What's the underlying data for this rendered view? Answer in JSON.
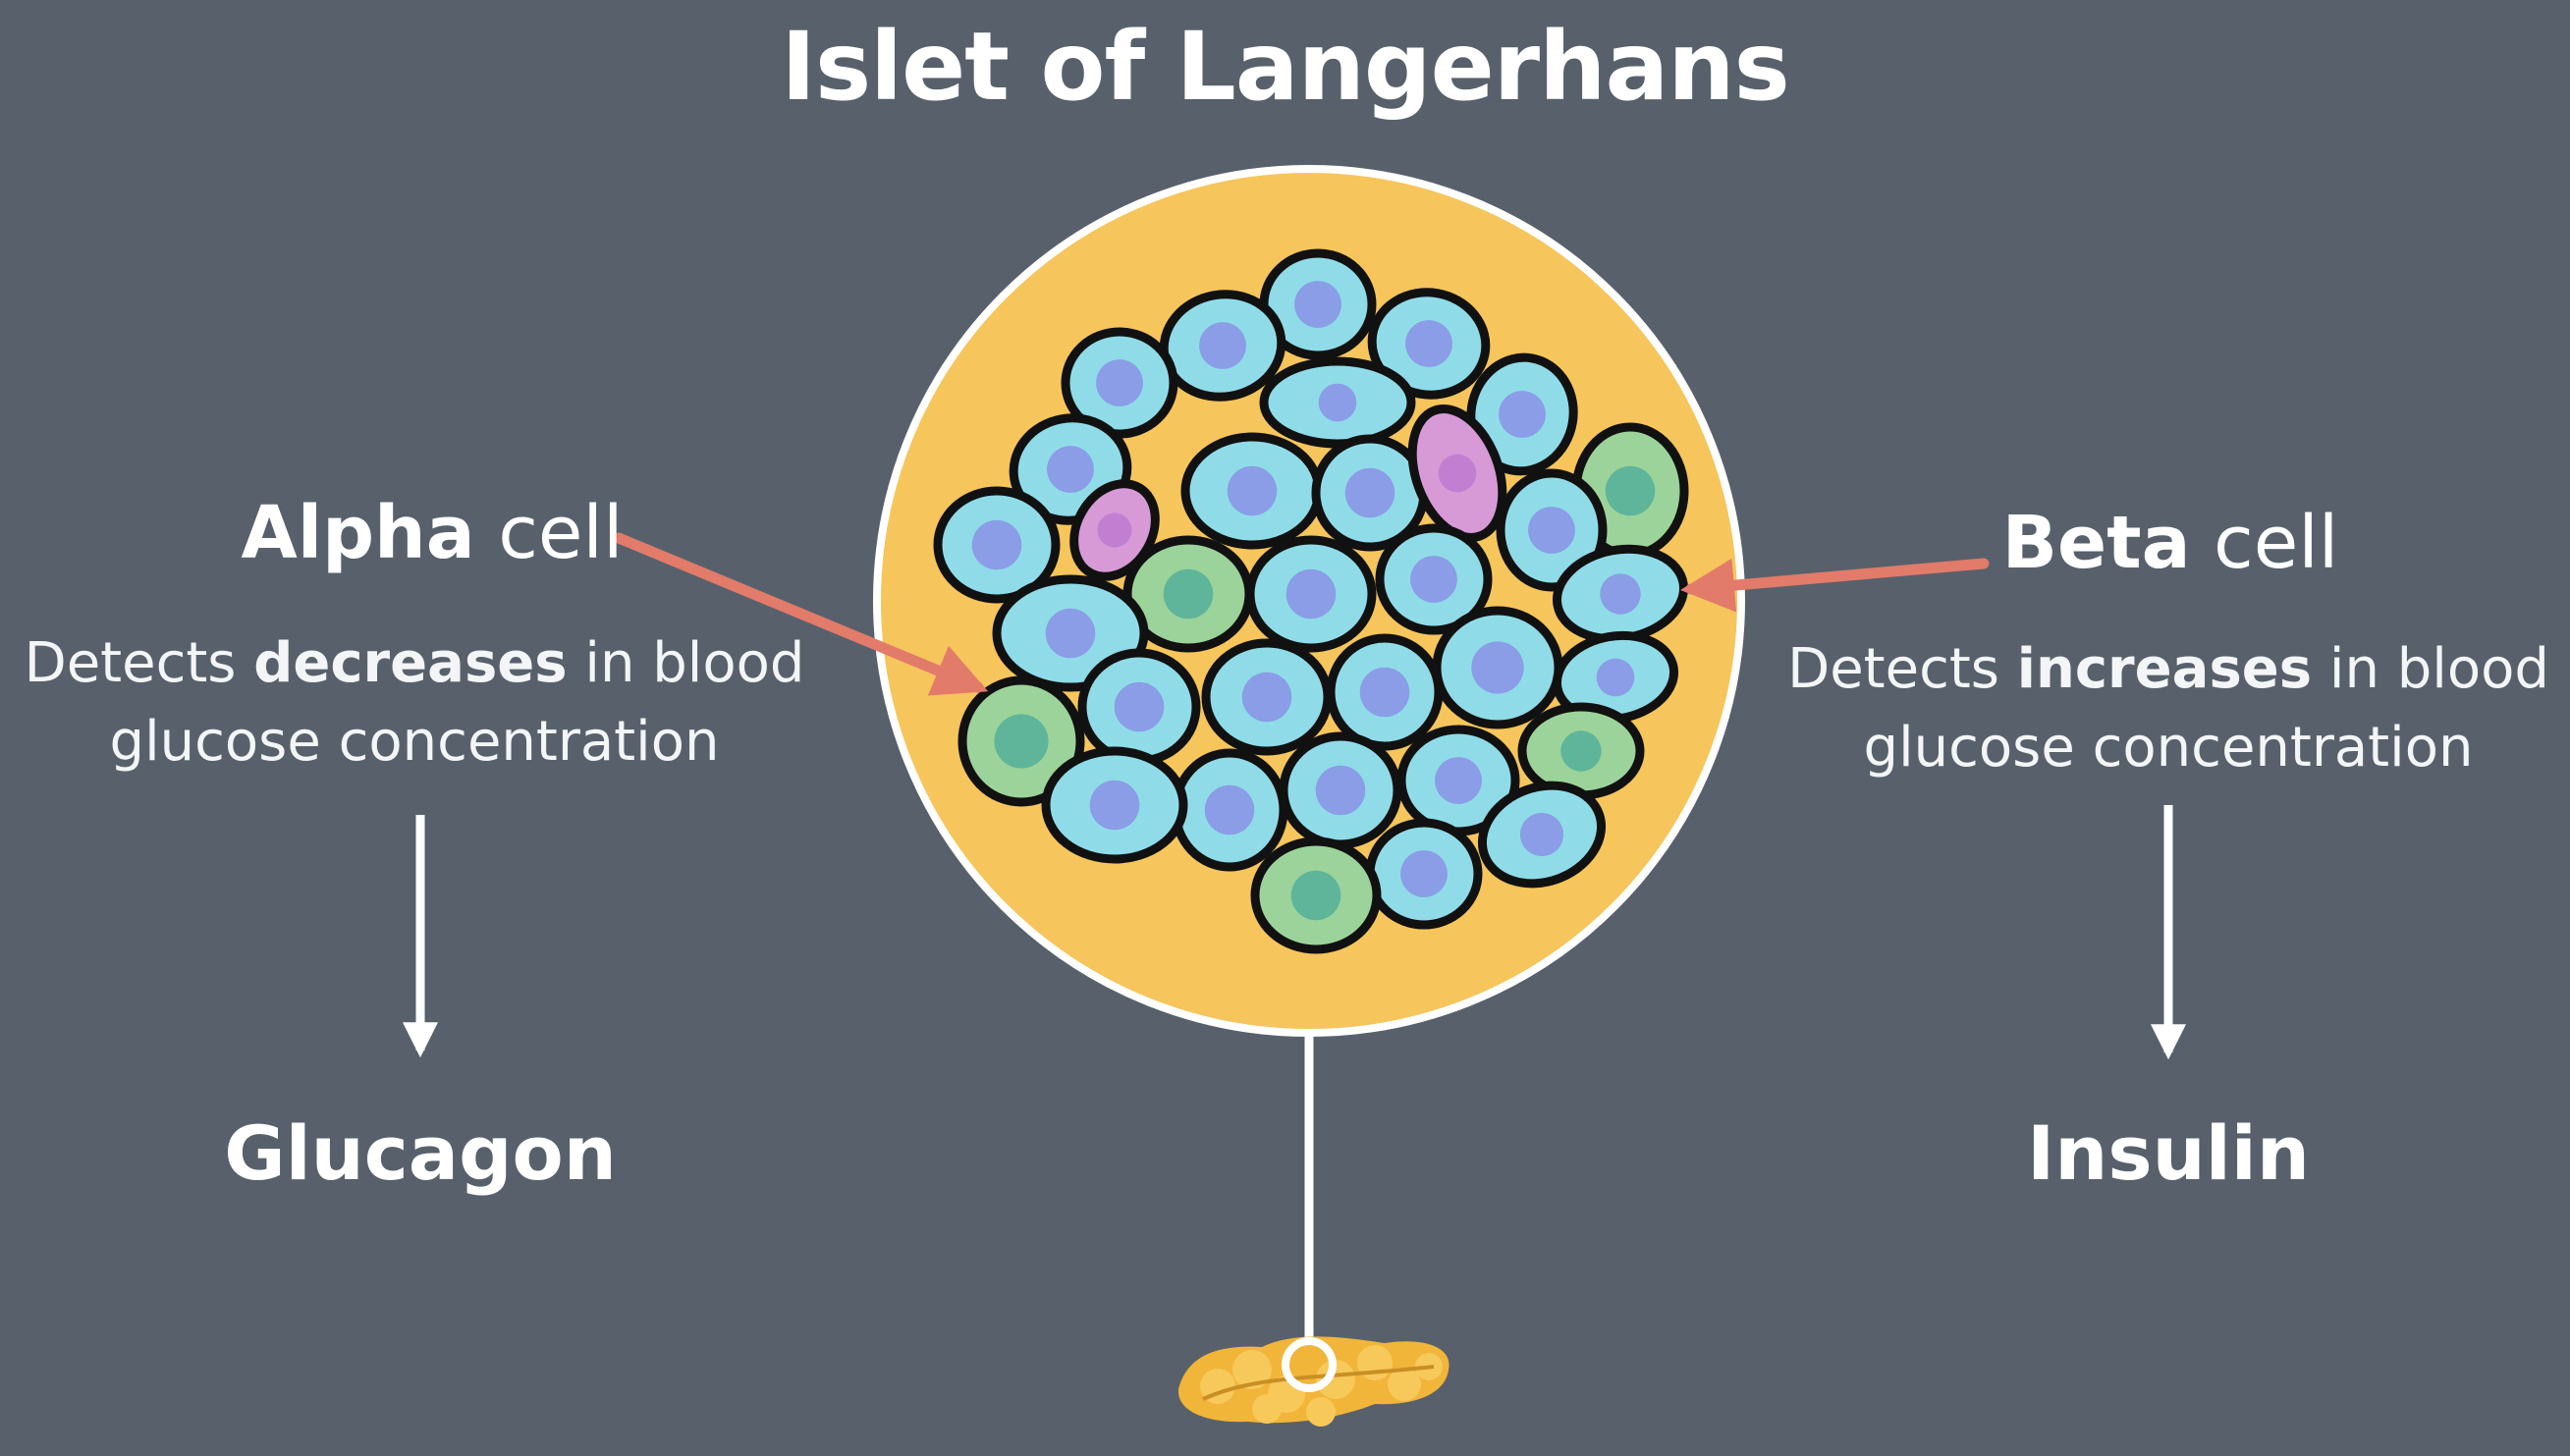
{
  "title": "Islet of Langerhans",
  "alpha": {
    "label_bold": "Alpha",
    "label_rest": " cell",
    "desc_line1_pre": "Detects ",
    "desc_line1_bold": "decreases",
    "desc_line1_post": " in blood",
    "desc_line2": "glucose concentration",
    "hormone": "Glucagon"
  },
  "beta": {
    "label_bold": "Beta",
    "label_rest": " cell",
    "desc_line1_pre": "Detects ",
    "desc_line1_bold": "increases",
    "desc_line1_post": " in blood",
    "desc_line2": "glucose concentration",
    "hormone": "Insulin"
  },
  "colors": {
    "background": "#58616b",
    "islet_fill": "#f6c55c",
    "beta_cell": "#8fdce8",
    "beta_nucleus": "#8a9de6",
    "alpha_cell": "#9cd39a",
    "alpha_nucleus": "#5fb59a",
    "delta_cell": "#d79ad6",
    "delta_nucleus": "#c27fd2",
    "pointer_arrow": "#e27b69",
    "pancreas": "#f1b53a"
  },
  "icons": {
    "islet": "islet-cluster-icon",
    "pancreas": "pancreas-icon"
  }
}
